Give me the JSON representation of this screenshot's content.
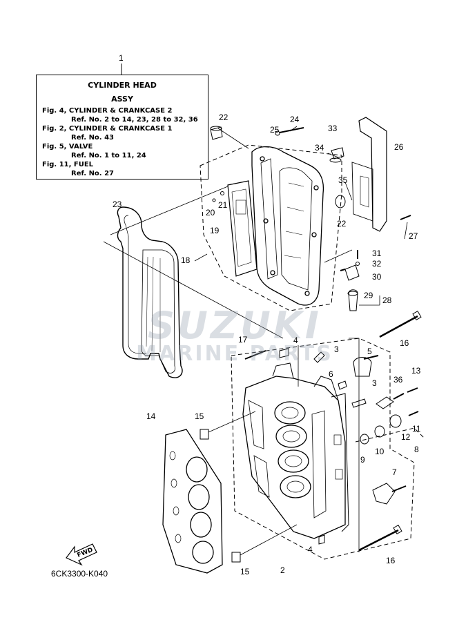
{
  "info_box": {
    "ref_number": "1",
    "title_line1": "CYLINDER HEAD",
    "title_line2": "ASSY",
    "lines": [
      "Fig. 4, CYLINDER & CRANKCASE 2",
      "Ref. No. 2 to 14, 23, 28 to 32, 36",
      "Fig. 2, CYLINDER & CRANKCASE 1",
      "Ref. No. 43",
      "Fig. 5, VALVE",
      "Ref. No. 1 to 11, 24",
      "Fig. 11, FUEL",
      "Ref. No. 27"
    ]
  },
  "callouts": {
    "c2": "2",
    "c3a": "3",
    "c3b": "3",
    "c4a": "4",
    "c4b": "4",
    "c5": "5",
    "c6": "6",
    "c7": "7",
    "c8": "8",
    "c9": "9",
    "c10": "10",
    "c11": "11",
    "c12": "12",
    "c13": "13",
    "c14": "14",
    "c15a": "15",
    "c15b": "15",
    "c16a": "16",
    "c16b": "16",
    "c17": "17",
    "c18": "18",
    "c19": "19",
    "c20": "20",
    "c21": "21",
    "c22a": "22",
    "c22b": "22",
    "c23": "23",
    "c24": "24",
    "c25": "25",
    "c26": "26",
    "c27": "27",
    "c28": "28",
    "c29": "29",
    "c30": "30",
    "c31": "31",
    "c32": "32",
    "c33": "33",
    "c34": "34",
    "c35": "35",
    "c36": "36"
  },
  "fwd_label": "FWD",
  "diagram_code": "6CK3300-K040",
  "watermark": {
    "line1": "SUZUKI",
    "line2": "MARINE PARTS"
  },
  "colors": {
    "line": "#000000",
    "watermark": "#9aa3b0"
  }
}
